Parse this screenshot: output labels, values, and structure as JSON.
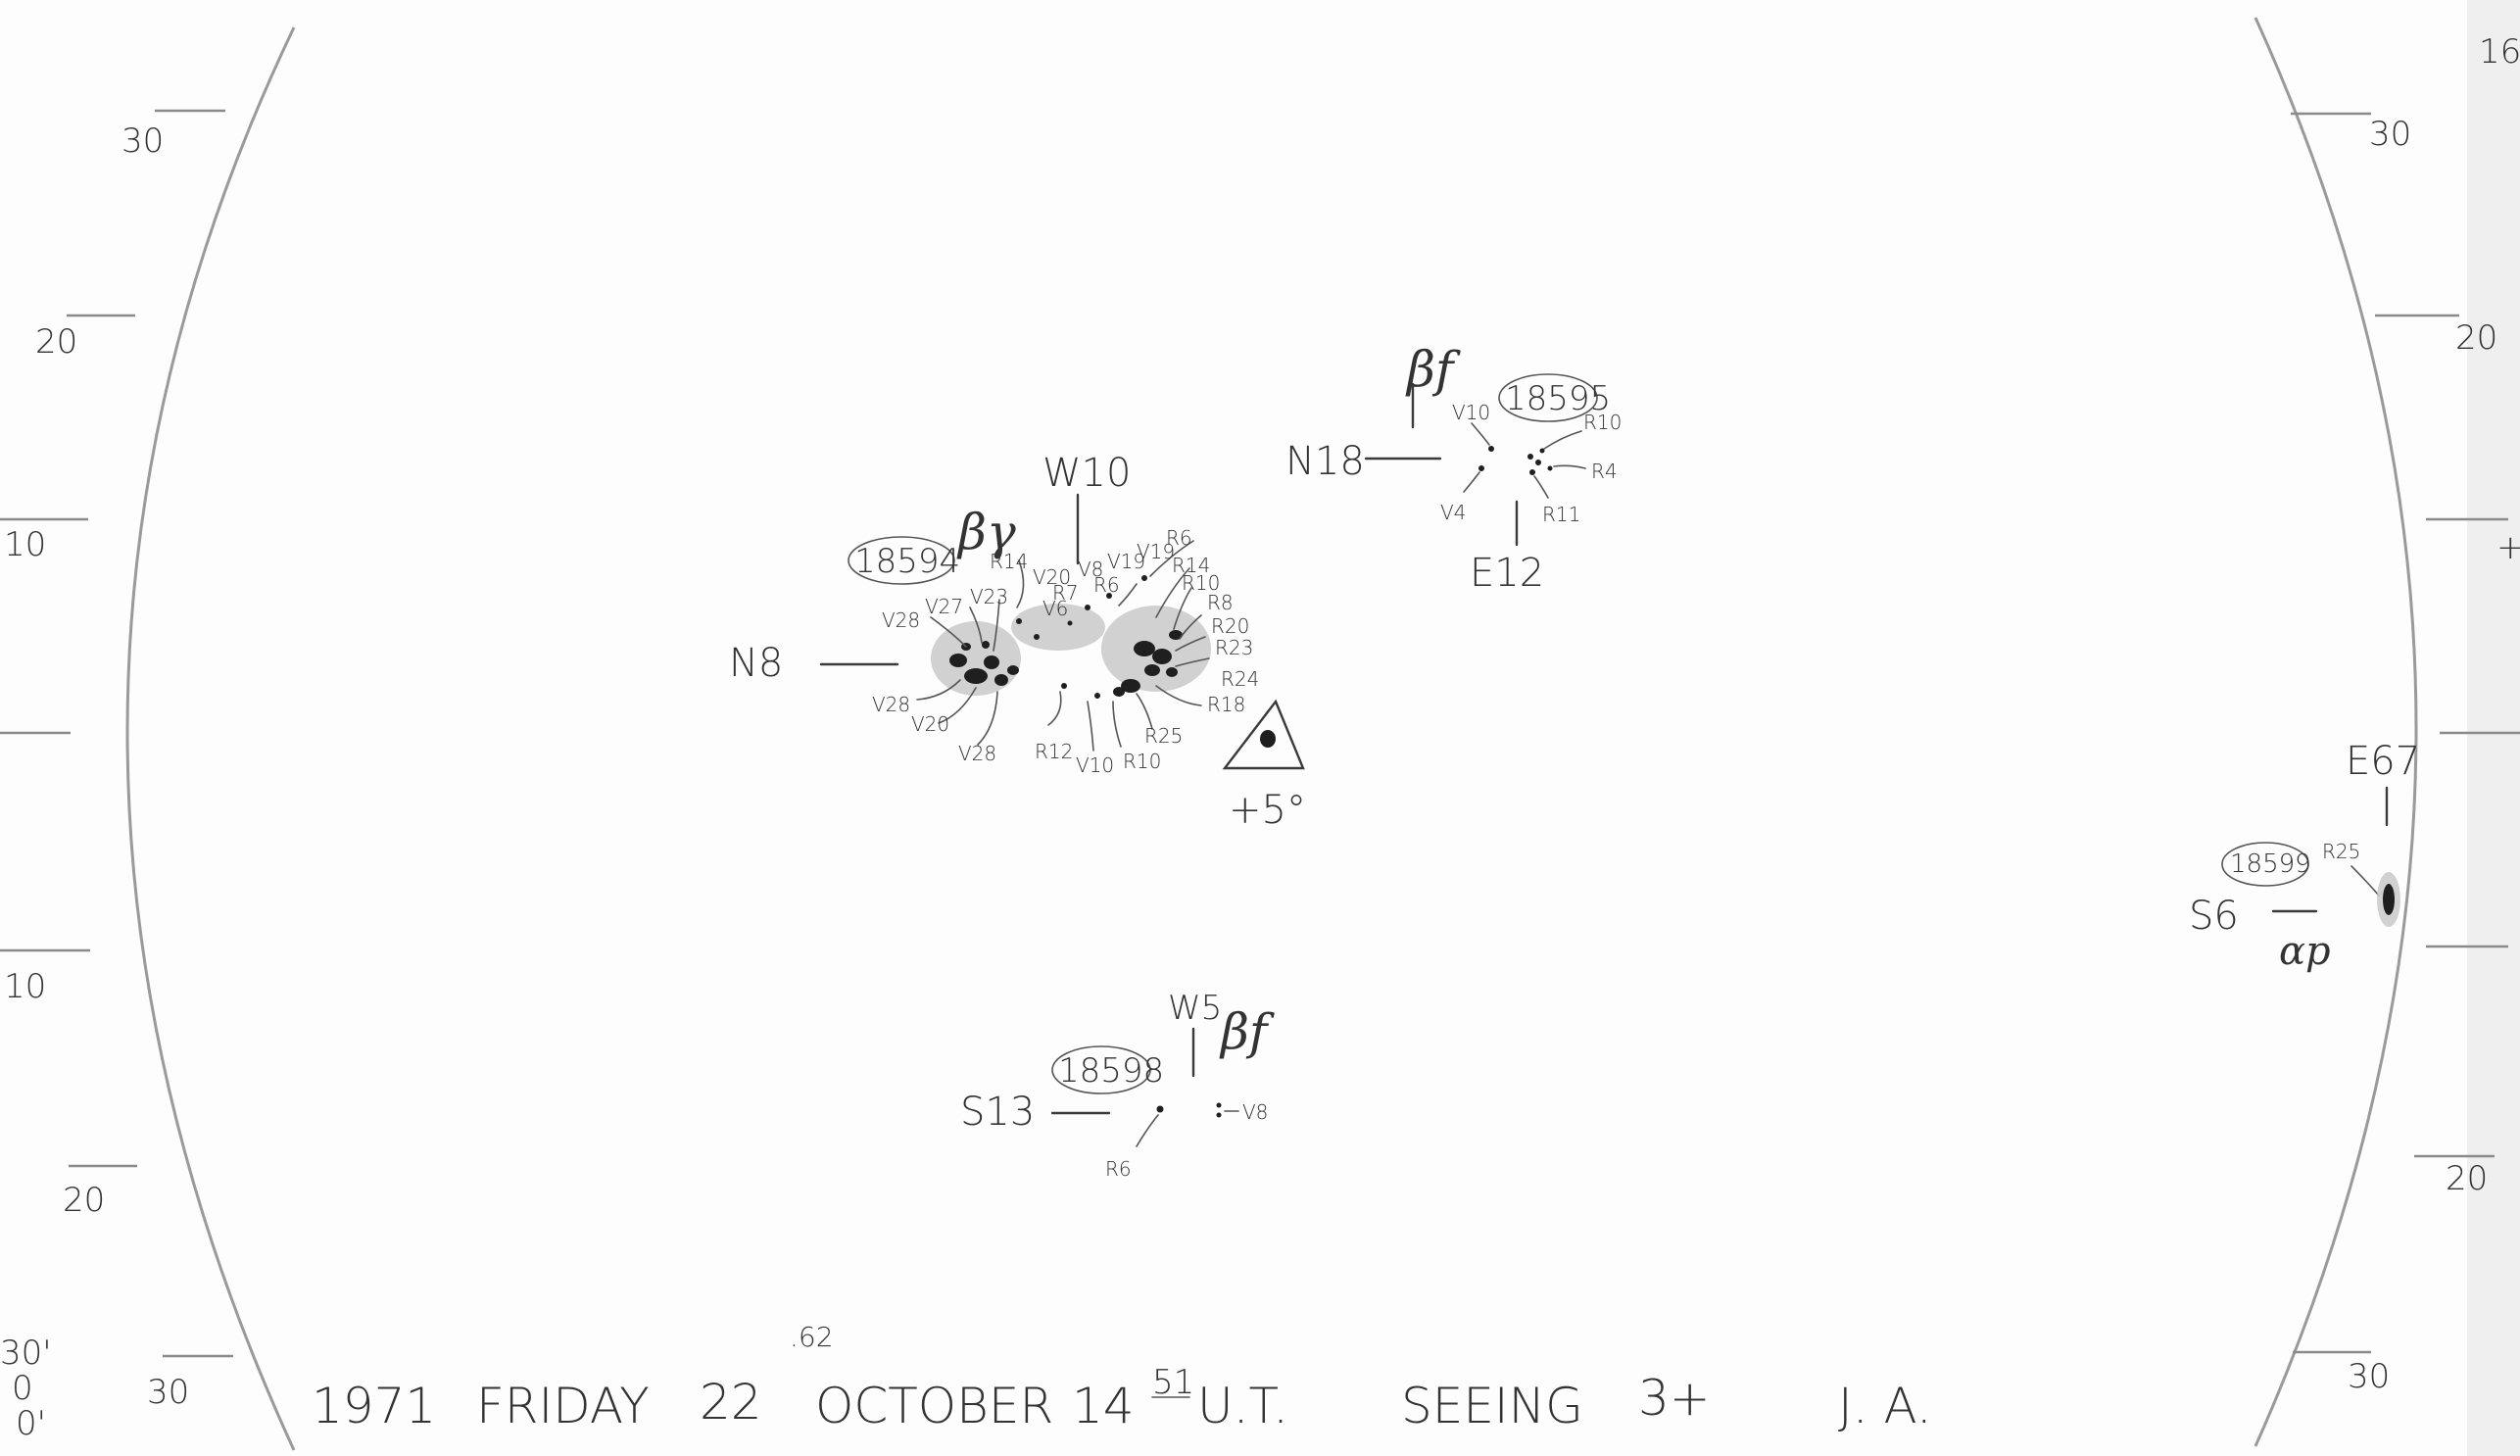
{
  "sheet": {
    "page_number": "16",
    "footer": {
      "year": "1971",
      "weekday": "FRIDAY",
      "day": "22",
      "day_fraction": ".62",
      "month": "OCTOBER",
      "hour": "14",
      "minutes": "51",
      "time_unit": "U.T.",
      "seeing_label": "SEEING",
      "seeing_value": "3+",
      "observer": "J. A."
    },
    "left_scale": [
      "30",
      "20",
      "10",
      "10",
      "20",
      "30"
    ],
    "right_scale": [
      "30",
      "20",
      "+",
      "20",
      "30"
    ],
    "left_edge_fragments": [
      "30'",
      "0",
      "0'"
    ]
  },
  "group_18594": {
    "number": "18594",
    "class": "βγ",
    "longitude": "W10",
    "latitude": "N8",
    "labels_left": [
      "R14",
      "V28",
      "V27",
      "V23",
      "V20",
      "V19",
      "V8",
      "V28",
      "V20",
      "V28",
      "R12",
      "V10",
      "R10",
      "R7",
      "V6"
    ],
    "labels_right": [
      "R6",
      "R14",
      "R10",
      "R8",
      "R20",
      "R23",
      "R24",
      "R18",
      "R25",
      "R6",
      "V19"
    ]
  },
  "group_18595": {
    "number": "18595",
    "class": "βf",
    "latitude": "N18",
    "longitude": "E12",
    "labels": [
      "V10",
      "R10",
      "R4",
      "V4",
      "R11"
    ]
  },
  "group_18598": {
    "number": "18598",
    "class": "βf",
    "longitude": "W5",
    "latitude": "S13",
    "labels": [
      "R6",
      "V8"
    ]
  },
  "group_18599": {
    "number": "18599",
    "class": "αp",
    "longitude": "E67",
    "latitude": "S6",
    "labels": [
      "R25"
    ]
  },
  "triangle_note": {
    "label": "+5°"
  },
  "colors": {
    "paper": "#fdfdfd",
    "pencil": "#333333",
    "limb": "#9a9a9a",
    "spot": "#1f1f1f",
    "penumbra": "#c9c9c9"
  }
}
